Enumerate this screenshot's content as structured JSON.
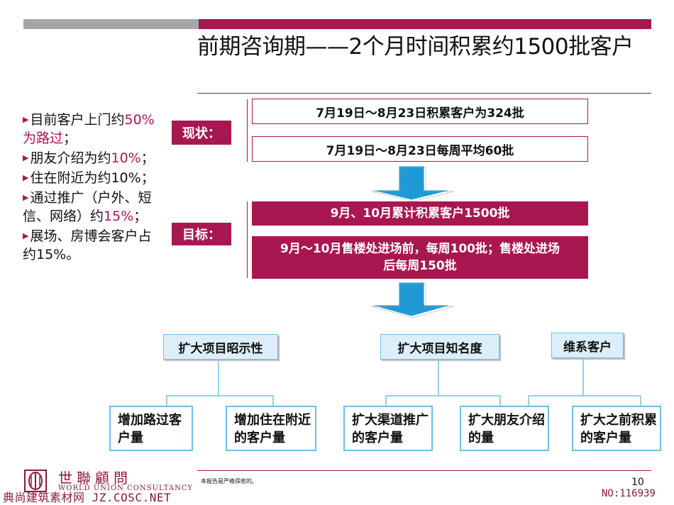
{
  "header": {
    "title": "前期咨询期——2个月时间积累约1500批客户"
  },
  "bullets": [
    {
      "parts": [
        {
          "t": "目前客户上门约",
          "hl": false
        },
        {
          "t": "50%为路过",
          "hl": true
        },
        {
          "t": "；",
          "hl": false
        }
      ]
    },
    {
      "parts": [
        {
          "t": "朋友介绍为约",
          "hl": false
        },
        {
          "t": "10%",
          "hl": true
        },
        {
          "t": "；",
          "hl": false
        }
      ]
    },
    {
      "parts": [
        {
          "t": "住在附近为约10%；",
          "hl": false
        }
      ]
    },
    {
      "parts": [
        {
          "t": "通过推广（户外、短信、网络）约",
          "hl": false
        },
        {
          "t": "15%",
          "hl": true
        },
        {
          "t": "；",
          "hl": false
        }
      ]
    },
    {
      "parts": [
        {
          "t": "展场、房博会客户占约15%。",
          "hl": false
        }
      ]
    }
  ],
  "status": {
    "label": "现状：",
    "items": [
      "7月19日～8月23日积累客户为324批",
      "7月19日～8月23日每周平均60批"
    ]
  },
  "goal": {
    "label": "目标：",
    "items": [
      "9月、10月累计积累客户1500批",
      "9月～10月售楼处进场前，每周100批；售楼处进场后每周150批"
    ]
  },
  "tree": {
    "categories": [
      "扩大项目昭示性",
      "扩大项目知名度",
      "维系客户"
    ],
    "leaves": [
      "增加路过客户量",
      "增加住在附近的客户量",
      "扩大渠道推广的客户量",
      "扩大朋友介绍的量",
      "扩大之前积累的客户量"
    ]
  },
  "footer": {
    "note": "本报告是严格保密的。",
    "page": "10",
    "logo_cn": "世聯顧問",
    "logo_en": "WORLD UNION CONSULTANCY",
    "watermark_left": "典尚建筑素材网 JZ.COSC.NET",
    "watermark_right": "NO:116939"
  },
  "colors": {
    "accent": "#a8174f",
    "gray": "#a6a6a6",
    "arrow": "#1f9ad7",
    "category_fill": "#dceefa",
    "category_border": "#6fbfe6"
  }
}
